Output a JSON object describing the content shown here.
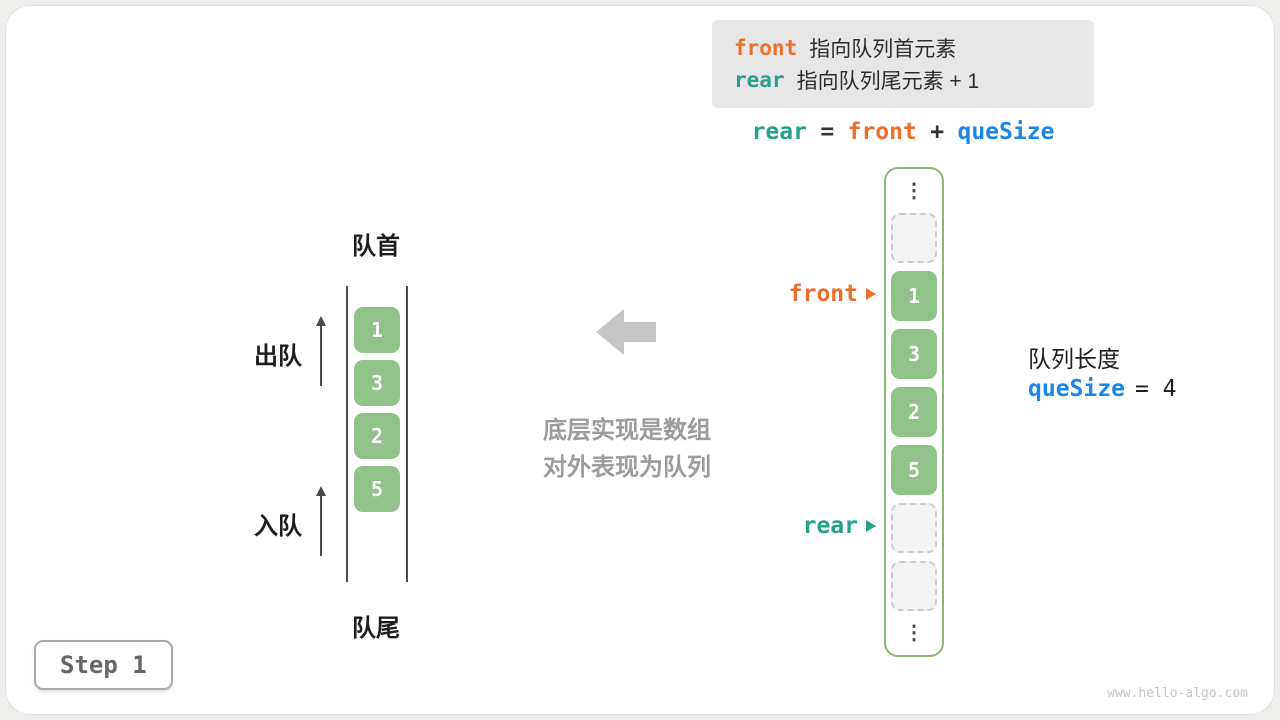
{
  "colors": {
    "front-color": "#ee6e2d",
    "rear-color": "#26a08a",
    "quesize-color": "#1c86e8",
    "cell-green": "#8fc387",
    "arrow-gray": "#c6c6c6",
    "array-border": "#8ab878"
  },
  "legend": {
    "front_keyword": "front",
    "front_desc": "指向队列首元素",
    "rear_keyword": "rear",
    "rear_desc": "指向队列尾元素 + 1"
  },
  "formula": {
    "rear": "rear",
    "equals": "=",
    "front": "front",
    "plus": "+",
    "quesize": "queSize"
  },
  "queue": {
    "head_label": "队首",
    "tail_label": "队尾",
    "dequeue_label": "出队",
    "enqueue_label": "入队",
    "values": [
      "1",
      "3",
      "2",
      "5"
    ]
  },
  "center_note": {
    "line1": "底层实现是数组",
    "line2": "对外表现为队列"
  },
  "array": {
    "front_pointer": "front",
    "rear_pointer": "rear",
    "cells": [
      "1",
      "3",
      "2",
      "5"
    ],
    "ellipsis": "⋮"
  },
  "info": {
    "length_label": "队列长度",
    "quesize_keyword": "queSize",
    "quesize_value": "= 4"
  },
  "footer": {
    "step_label": "Step 1",
    "watermark": "www.hello-algo.com"
  }
}
